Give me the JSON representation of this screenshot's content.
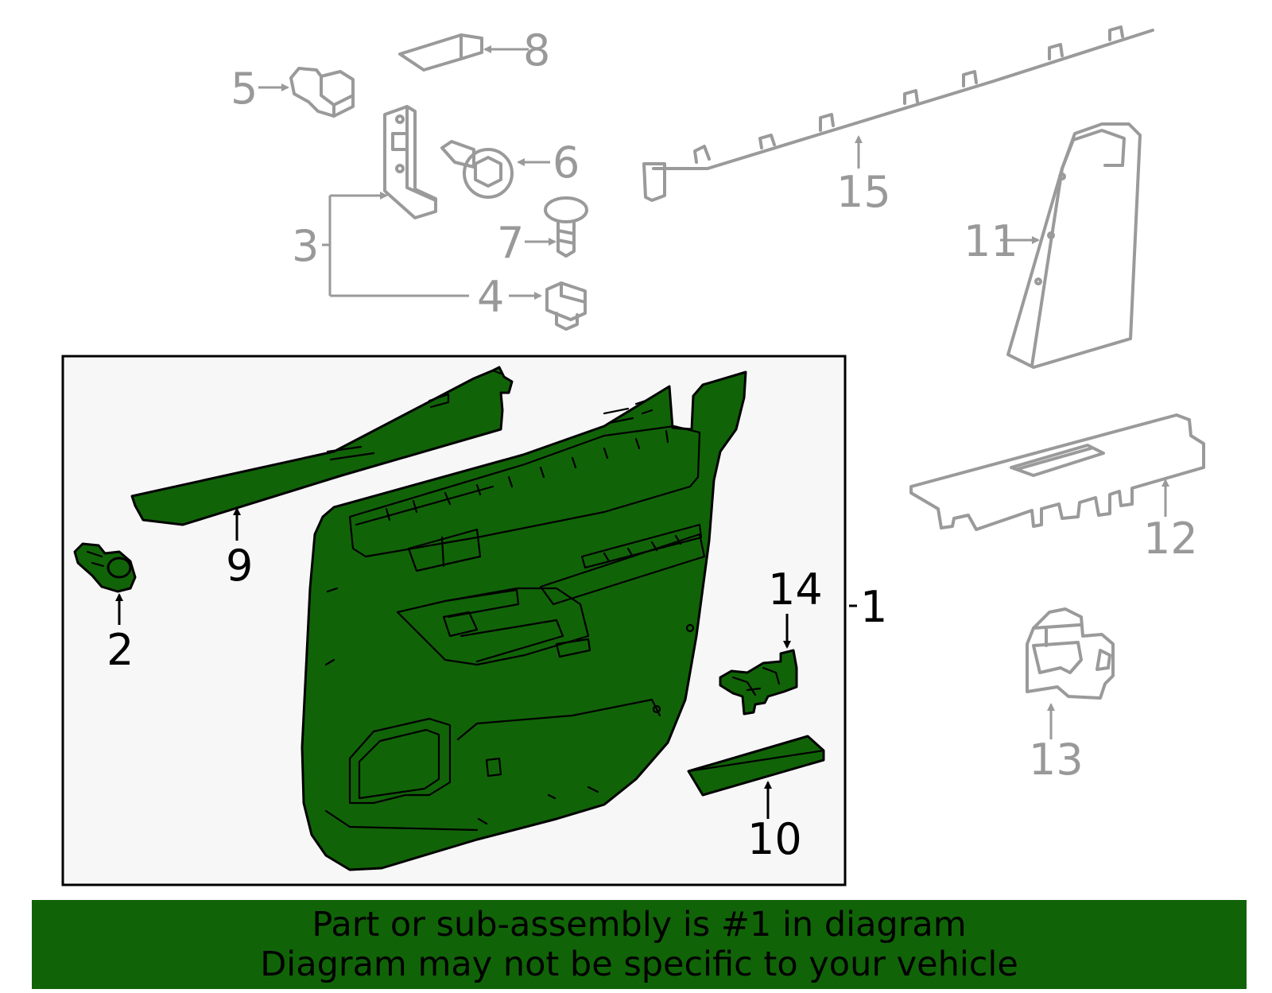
{
  "callouts": {
    "c1": "1",
    "c2": "2",
    "c3": "3",
    "c4": "4",
    "c5": "5",
    "c6": "6",
    "c7": "7",
    "c8": "8",
    "c9": "9",
    "c10": "10",
    "c11": "11",
    "c12": "12",
    "c13": "13",
    "c14": "14",
    "c15": "15"
  },
  "banner": {
    "line1": "Part or sub-assembly is #1 in diagram",
    "line2": "Diagram may not be specific to your vehicle"
  },
  "colors": {
    "highlight_green": "#116308",
    "part_grey": "#9a9a9a",
    "box_fill": "#f7f7f7"
  }
}
